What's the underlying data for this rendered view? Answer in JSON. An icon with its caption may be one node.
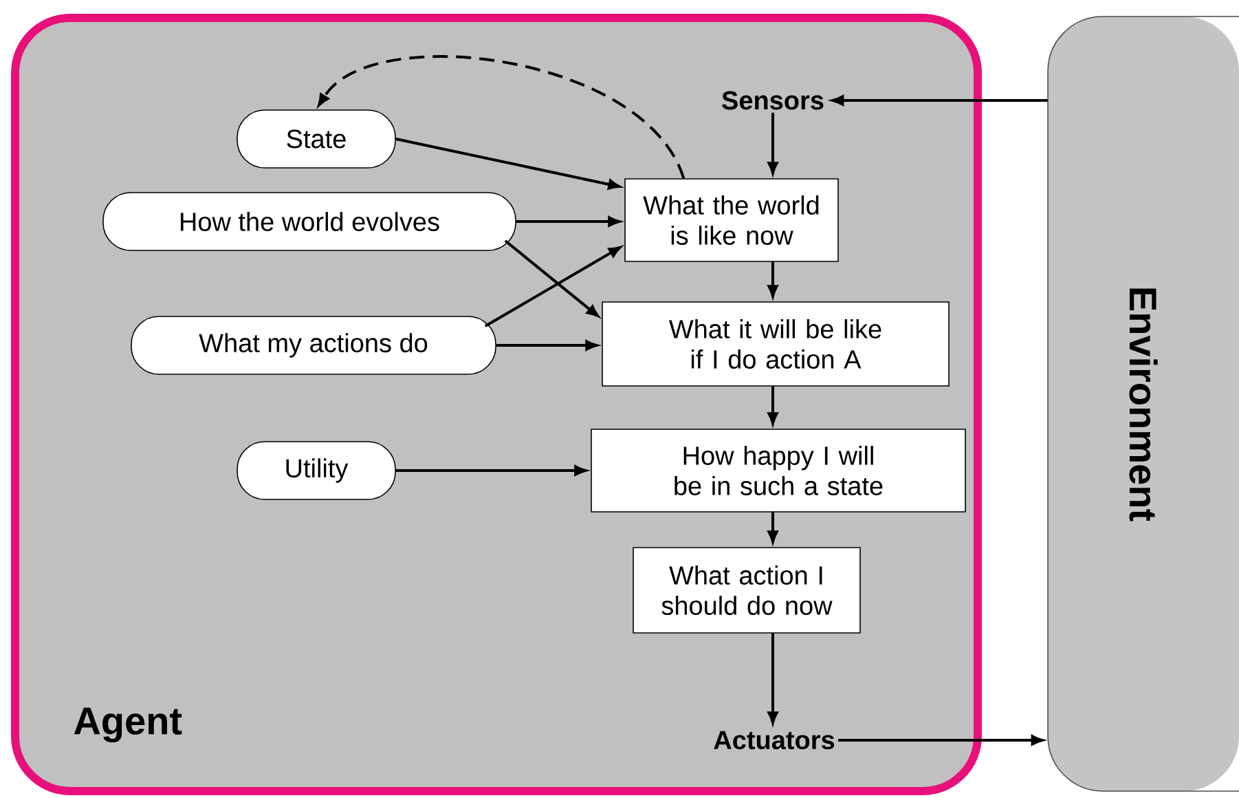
{
  "diagram": {
    "nodes": [
      {
        "text": [
          "Agent"
        ]
      },
      {
        "text": [
          "Environment"
        ]
      },
      {
        "text": [
          "Sensors"
        ],
        "in": 0
      },
      {
        "text": [
          "State"
        ],
        "in": 0
      },
      {
        "text": [
          "How the world evolves"
        ],
        "in": 0
      },
      {
        "text": [
          "What my actions do"
        ],
        "in": 0
      },
      {
        "text": [
          "Utility"
        ],
        "in": 0
      },
      {
        "text": [
          "What the world is like now"
        ],
        "in": 0
      },
      {
        "text": [
          "What it will be like if I do action A"
        ],
        "in": 0
      },
      {
        "text": [
          "How happy I will be in such a state"
        ],
        "in": 0
      },
      {
        "text": [
          "What action I should do now"
        ],
        "in": 0
      },
      {
        "text": [
          "Actuators"
        ],
        "in": 0
      }
    ],
    "edges": [
      {
        "from": 1,
        "to": 2,
        "arrow": "to"
      },
      {
        "from": 2,
        "to": 7,
        "arrow": "to"
      },
      {
        "from": 3,
        "to": 7,
        "arrow": "to"
      },
      {
        "from": 4,
        "to": 7,
        "arrow": "to"
      },
      {
        "from": 4,
        "to": 8,
        "arrow": "to"
      },
      {
        "from": 5,
        "to": 7,
        "arrow": "to"
      },
      {
        "from": 5,
        "to": 8,
        "arrow": "to"
      },
      {
        "from": 7,
        "to": 3,
        "arrow": "to",
        "style": "dashed"
      },
      {
        "from": 7,
        "to": 8,
        "arrow": "to"
      },
      {
        "from": 8,
        "to": 9,
        "arrow": "to"
      },
      {
        "from": 6,
        "to": 9,
        "arrow": "to"
      },
      {
        "from": 9,
        "to": 10,
        "arrow": "to"
      },
      {
        "from": 10,
        "to": 11,
        "arrow": "to"
      },
      {
        "from": 11,
        "to": 1,
        "arrow": "to"
      }
    ]
  }
}
